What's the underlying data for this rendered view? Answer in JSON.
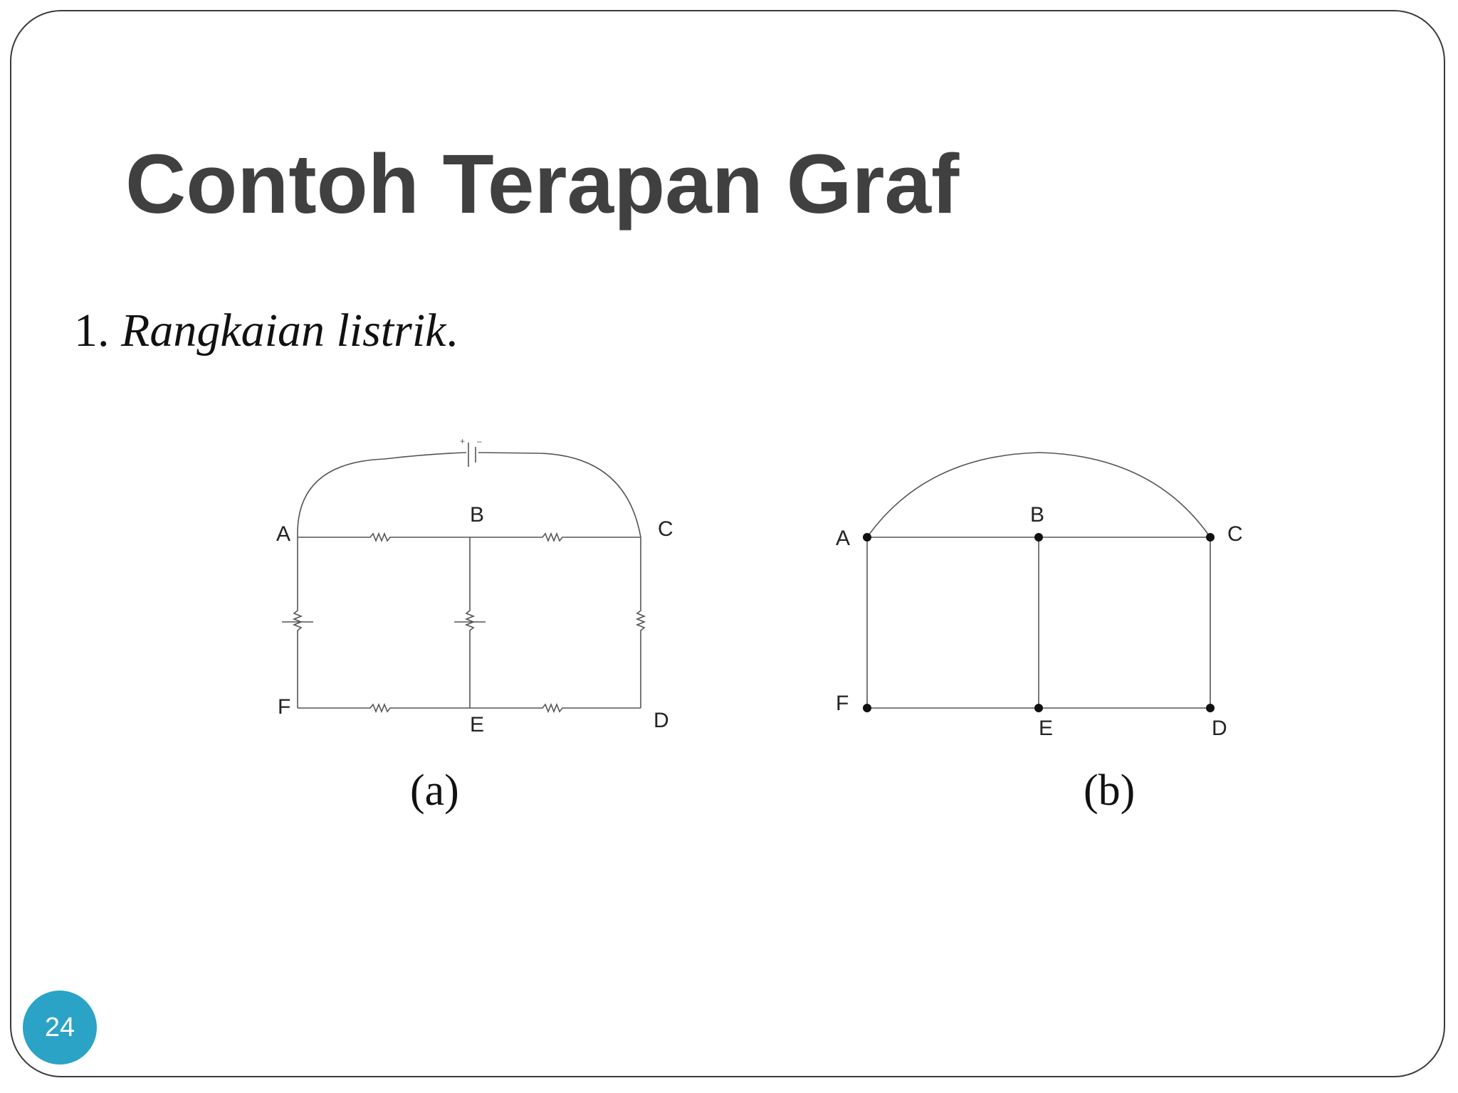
{
  "slide": {
    "title": "Contoh Terapan Graf",
    "bullet_number": "1.",
    "bullet_text": "Rangkaian listrik",
    "bullet_end": ".",
    "page_number": "24",
    "accent_color": "#2aa3c7",
    "title_color": "#404040"
  },
  "diagram_a": {
    "caption": "(a)",
    "battery_plus": "+",
    "battery_minus": "–",
    "nodes": {
      "A": "A",
      "B": "B",
      "C": "C",
      "D": "D",
      "E": "E",
      "F": "F"
    }
  },
  "diagram_b": {
    "caption": "(b)",
    "nodes": {
      "A": "A",
      "B": "B",
      "C": "C",
      "D": "D",
      "E": "E",
      "F": "F"
    }
  }
}
